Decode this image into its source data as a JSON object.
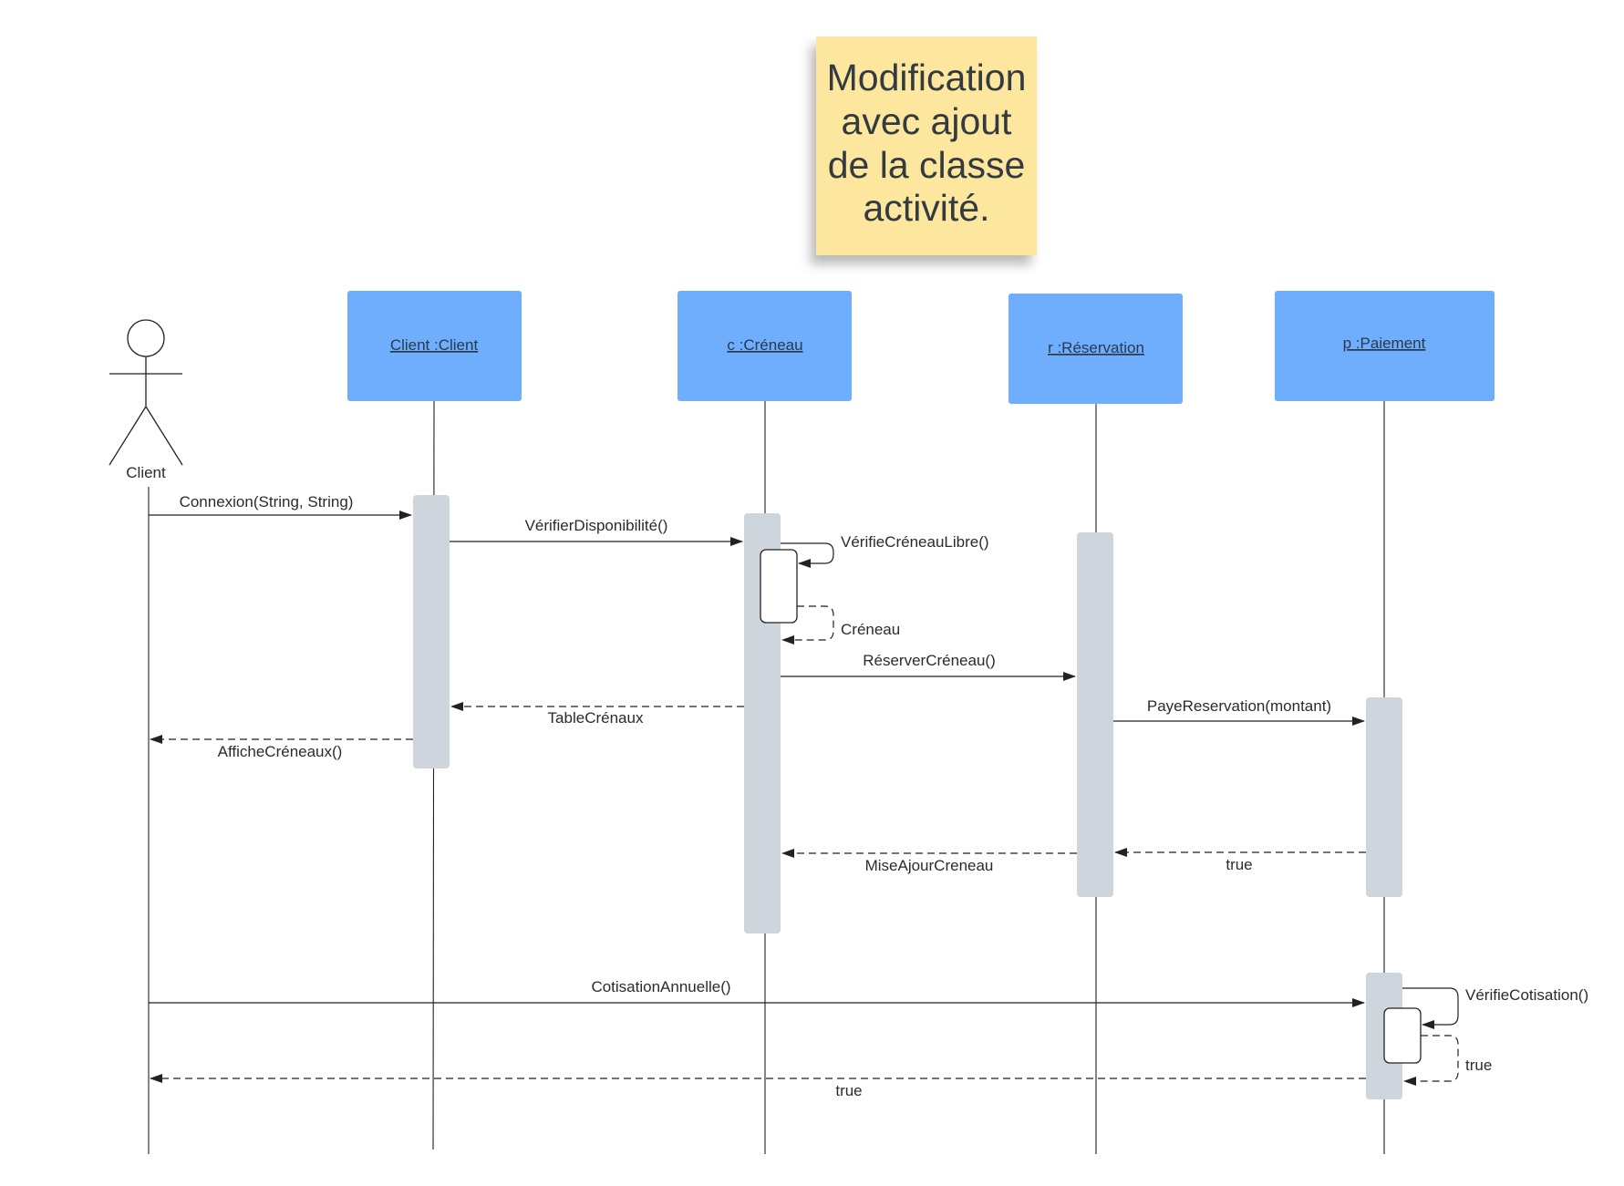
{
  "note": {
    "lines": [
      "Modification",
      "avec ajout",
      "de la classe",
      "activité."
    ]
  },
  "actor": {
    "label": "Client"
  },
  "objects": [
    {
      "id": "client",
      "label": "Client :Client"
    },
    {
      "id": "creneau",
      "label": "c :Créneau"
    },
    {
      "id": "reservation",
      "label": "r :Réservation"
    },
    {
      "id": "paiement",
      "label": "p :Paiement"
    }
  ],
  "messages": [
    {
      "id": "connexion",
      "label": "Connexion(String, String)",
      "type": "sync"
    },
    {
      "id": "verifier-disponibilite",
      "label": "VérifierDisponibilité()",
      "type": "sync"
    },
    {
      "id": "verifie-creneau-libre",
      "label": "VérifieCréneauLibre()",
      "type": "self-sync"
    },
    {
      "id": "creneau-return",
      "label": "Créneau",
      "type": "self-return"
    },
    {
      "id": "reserver-creneau",
      "label": "RéserverCréneau()",
      "type": "sync"
    },
    {
      "id": "table-creneaux",
      "label": "TableCrénaux",
      "type": "return"
    },
    {
      "id": "affiche-creneaux",
      "label": "AfficheCréneaux()",
      "type": "return"
    },
    {
      "id": "paye-reservation",
      "label": "PayeReservation(montant)",
      "type": "sync"
    },
    {
      "id": "mise-ajour-creneau",
      "label": "MiseAjourCreneau",
      "type": "return"
    },
    {
      "id": "true-paiement",
      "label": "true",
      "type": "return"
    },
    {
      "id": "cotisation-annuelle",
      "label": "CotisationAnnuelle()",
      "type": "sync"
    },
    {
      "id": "verifie-cotisation",
      "label": "VérifieCotisation()",
      "type": "self-sync"
    },
    {
      "id": "true-cotisation-self",
      "label": "true",
      "type": "self-return"
    },
    {
      "id": "true-cotisation",
      "label": "true",
      "type": "return"
    }
  ],
  "colors": {
    "object_fill": "#6eaefc",
    "activation_fill": "#cfd5dd",
    "note_fill": "#fde69d",
    "line": "#222222"
  }
}
